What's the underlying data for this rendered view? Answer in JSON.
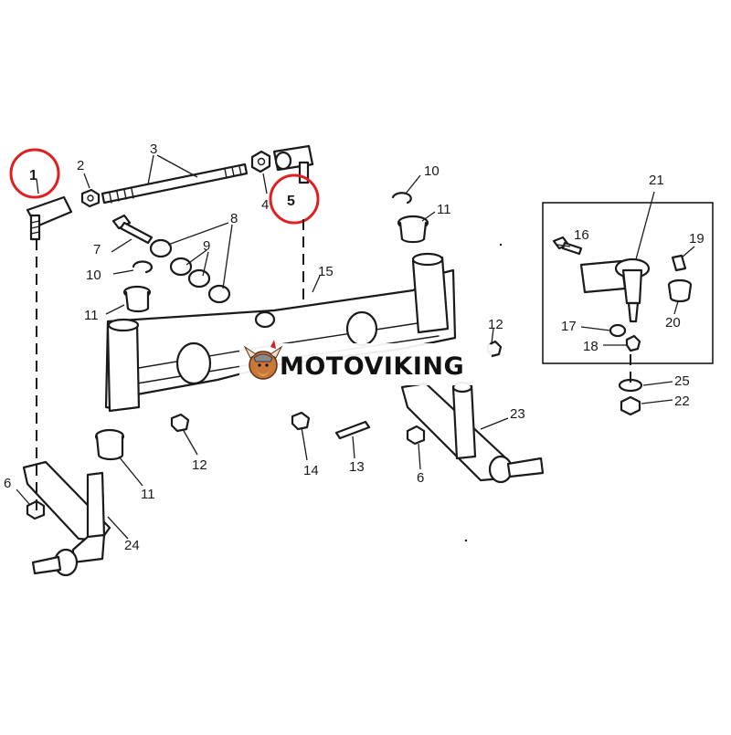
{
  "diagram": {
    "callouts": [
      {
        "id": "c1",
        "label": "1"
      },
      {
        "id": "c2",
        "label": "2"
      },
      {
        "id": "c3",
        "label": "3"
      },
      {
        "id": "c4",
        "label": "4"
      },
      {
        "id": "c5",
        "label": "5"
      },
      {
        "id": "c6a",
        "label": "6"
      },
      {
        "id": "c6b",
        "label": "6"
      },
      {
        "id": "c7",
        "label": "7"
      },
      {
        "id": "c8",
        "label": "8"
      },
      {
        "id": "c9",
        "label": "9"
      },
      {
        "id": "c10a",
        "label": "10"
      },
      {
        "id": "c10b",
        "label": "10"
      },
      {
        "id": "c11a",
        "label": "11"
      },
      {
        "id": "c11b",
        "label": "11"
      },
      {
        "id": "c11c",
        "label": "11"
      },
      {
        "id": "c12a",
        "label": "12"
      },
      {
        "id": "c12b",
        "label": "12"
      },
      {
        "id": "c13",
        "label": "13"
      },
      {
        "id": "c14",
        "label": "14"
      },
      {
        "id": "c15",
        "label": "15"
      },
      {
        "id": "c16",
        "label": "16"
      },
      {
        "id": "c17",
        "label": "17"
      },
      {
        "id": "c18",
        "label": "18"
      },
      {
        "id": "c19",
        "label": "19"
      },
      {
        "id": "c20",
        "label": "20"
      },
      {
        "id": "c21",
        "label": "21"
      },
      {
        "id": "c22",
        "label": "22"
      },
      {
        "id": "c23",
        "label": "23"
      },
      {
        "id": "c24",
        "label": "24"
      },
      {
        "id": "c25",
        "label": "25"
      }
    ],
    "highlight_color": "#e02020"
  },
  "watermark": {
    "text": "MOTOVIKING",
    "logo_icon": "viking-mascot-icon"
  }
}
